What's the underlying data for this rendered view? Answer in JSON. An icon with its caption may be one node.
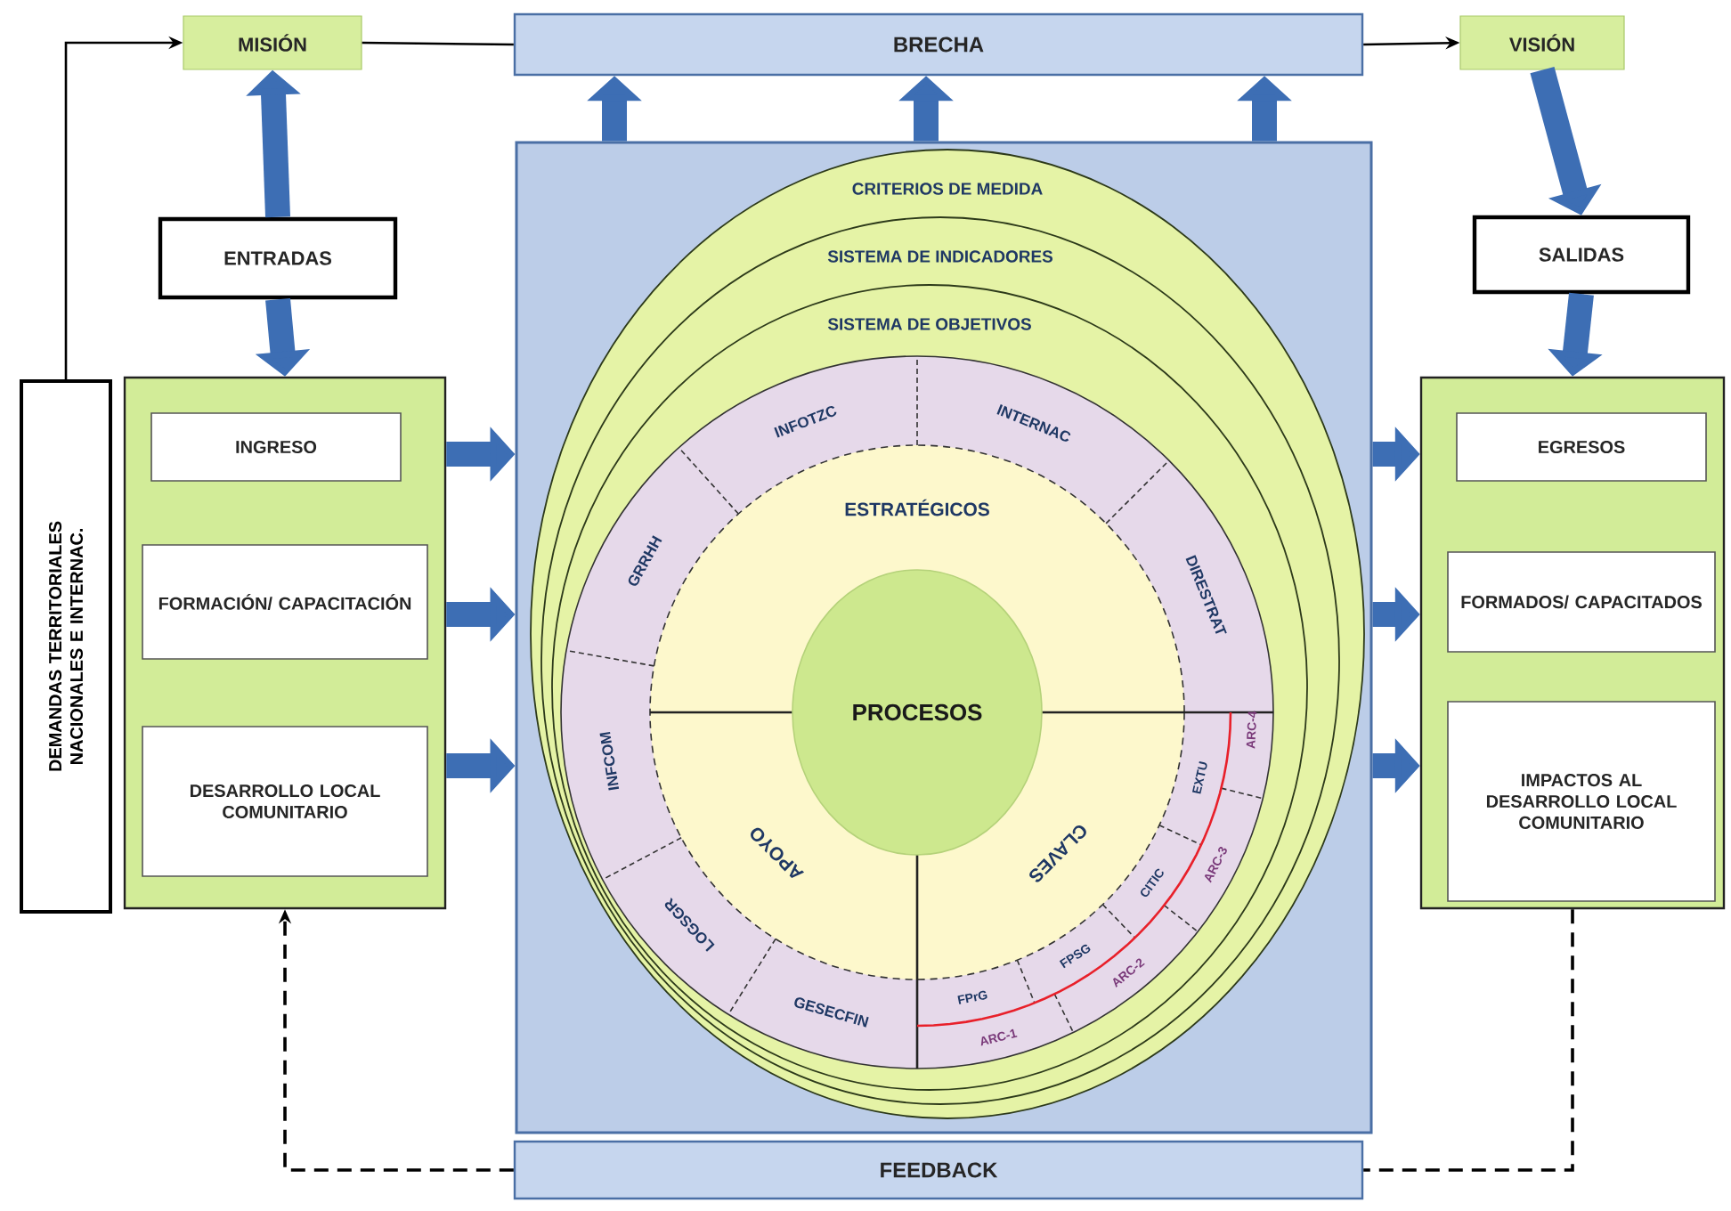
{
  "diagram": {
    "nodes": [
      {
        "text": [
          "MISIÓN"
        ]
      },
      {
        "text": [
          "BRECHA"
        ]
      },
      {
        "text": [
          "VISIÓN"
        ]
      },
      {
        "text": [
          "ENTRADAS"
        ]
      },
      {
        "text": [
          "SALIDAS"
        ]
      },
      {
        "text": [
          "DEMANDAS TERRITORIALES NACIONALES E INTERNAC."
        ]
      },
      {
        "text": [],
        "shape": "box"
      },
      {
        "text": [
          "INGRESO"
        ],
        "in": 6
      },
      {
        "text": [
          "FORMACIÓN/ CAPACITACIÓN"
        ],
        "in": 6
      },
      {
        "text": [
          "DESARROLLO LOCAL COMUNITARIO"
        ],
        "in": 6
      },
      {
        "text": [],
        "shape": "box"
      },
      {
        "text": [
          "CRITERIOS DE MEDIDA"
        ],
        "in": 10
      },
      {
        "text": [
          "SISTEMA DE INDICADORES"
        ],
        "in": 11
      },
      {
        "text": [
          "SISTEMA DE OBJETIVOS"
        ],
        "in": 12
      },
      {
        "text": [
          "PROCESOS"
        ],
        "in": 13
      },
      {
        "text": [],
        "shape": "box"
      },
      {
        "text": [
          "EGRESOS"
        ],
        "in": 15
      },
      {
        "text": [
          "FORMADOS/ CAPACITADOS"
        ],
        "in": 15
      },
      {
        "text": [
          "IMPACTOS AL DESARROLLO LOCAL COMUNITARIO"
        ],
        "in": 15
      },
      {
        "text": [
          "FEEDBACK"
        ]
      }
    ],
    "edges": [
      {
        "from": 5,
        "to": 0,
        "arrow": "to",
        "color": "#000000"
      },
      {
        "from": 0,
        "to": 1,
        "arrow": "none",
        "color": "#000000"
      },
      {
        "from": 1,
        "to": 2,
        "arrow": "to",
        "color": "#000000"
      },
      {
        "from": 3,
        "to": 0,
        "arrow": "to"
      },
      {
        "from": 3,
        "to": 6,
        "arrow": "to"
      },
      {
        "from": 2,
        "to": 4,
        "arrow": "to"
      },
      {
        "from": 4,
        "to": 15,
        "arrow": "to"
      },
      {
        "from": 6,
        "to": 10,
        "arrow": "to"
      },
      {
        "from": 6,
        "to": 10,
        "arrow": "to"
      },
      {
        "from": 6,
        "to": 10,
        "arrow": "to"
      },
      {
        "from": 10,
        "to": 1,
        "arrow": "to"
      },
      {
        "from": 10,
        "to": 1,
        "arrow": "to"
      },
      {
        "from": 10,
        "to": 1,
        "arrow": "to"
      },
      {
        "from": 10,
        "to": 15,
        "arrow": "to"
      },
      {
        "from": 10,
        "to": 15,
        "arrow": "to"
      },
      {
        "from": 10,
        "to": 15,
        "arrow": "to"
      },
      {
        "from": 15,
        "to": 19,
        "arrow": "none",
        "style": "dashed",
        "color": "#000000"
      },
      {
        "from": 19,
        "to": 6,
        "arrow": "to",
        "style": "dashed",
        "color": "#000000"
      }
    ],
    "labels": [
      "ESTRATÉGICOS",
      "INFOTZC",
      "INTERNAC",
      "GRRHH",
      "DIRESTRAT",
      "INFCOM",
      "APOYO",
      "CLAVES",
      "LOGSGR",
      "EXTU",
      "ARC-4",
      "CITIC",
      "ARC-3",
      "FPSG",
      "ARC-2",
      "GESECFIN",
      "FPrG",
      "ARC-1"
    ]
  }
}
